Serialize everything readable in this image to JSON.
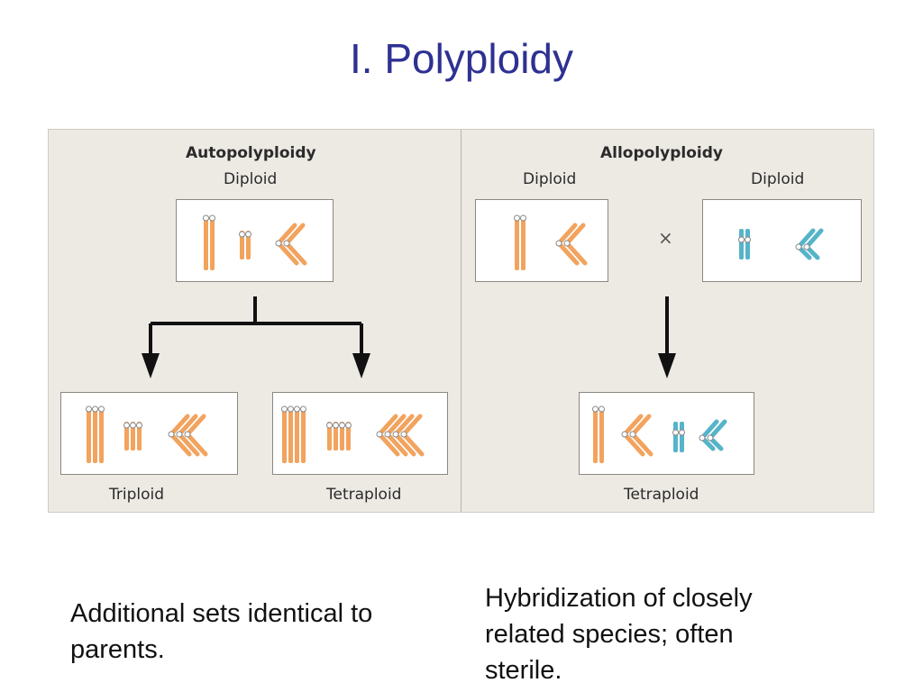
{
  "slide": {
    "title": "I. Polyploidy"
  },
  "figure": {
    "auto": {
      "heading": "Autopolyploidy",
      "parent_label": "Diploid",
      "left_child_label": "Triploid",
      "right_child_label": "Tetraploid"
    },
    "allo": {
      "heading": "Allopolyploidy",
      "parent1_label": "Diploid",
      "parent2_label": "Diploid",
      "cross_symbol": "×",
      "child_label": "Tetraploid"
    },
    "colors": {
      "orange_chromosome": "#f2a35e",
      "blue_chromosome": "#56b4c9",
      "panel_background": "#edeae4",
      "arrow": "#111111"
    }
  },
  "captions": {
    "left_line1": "Additional sets identical to",
    "left_line2": "parents.",
    "right_line1": "Hybridization of closely",
    "right_line2": "related species; often",
    "right_line3": "sterile."
  }
}
